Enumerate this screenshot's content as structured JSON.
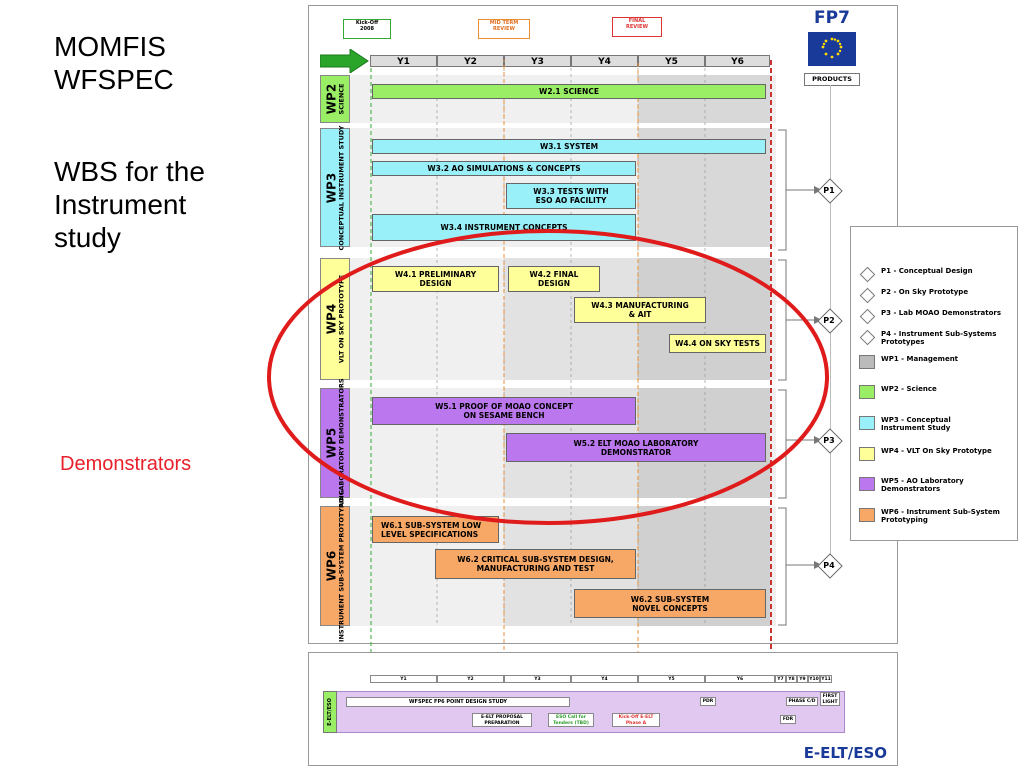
{
  "slide": {
    "title_line1": "MOMFIS",
    "title_line2": "WFSPEC",
    "subtitle_line1": "WBS for the",
    "subtitle_line2": "Instrument",
    "subtitle_line3": "study",
    "callout": "Demonstrators",
    "callout_color": "#e8202a"
  },
  "gantt": {
    "milestones": {
      "kickoff_1": "Kick-Off",
      "kickoff_2": "2008",
      "midterm_1": "MID TERM",
      "midterm_2": "REVIEW",
      "final_1": "FINAL",
      "final_2": "REVIEW"
    },
    "years": [
      "Y1",
      "Y2",
      "Y3",
      "Y4",
      "Y5",
      "Y6"
    ],
    "fp7": "FP7",
    "products_header": "PRODUCTS",
    "work_packages": [
      {
        "id": "WP2",
        "main": "WP2",
        "sub": "SCIENCE",
        "color": "#99ee66"
      },
      {
        "id": "WP3",
        "main": "WP3",
        "sub": "CONCEPTUAL INSTRUMENT STUDY",
        "color": "#99f0f8"
      },
      {
        "id": "WP4",
        "main": "WP4",
        "sub": "VLT ON SKY PROTOTYPE",
        "color": "#ffff99"
      },
      {
        "id": "WP5",
        "main": "WP5",
        "sub": "AO LABORATORY DEMONSTRATORS",
        "color": "#bb77ee"
      },
      {
        "id": "WP6",
        "main": "WP6",
        "sub": "INSTRUMENT SUB-SYSTEM PROTOTYPING",
        "color": "#f8a866"
      }
    ],
    "tasks": {
      "w21": "W2.1 SCIENCE",
      "w31": "W3.1 SYSTEM",
      "w32": "W3.2 AO SIMULATIONS & CONCEPTS",
      "w33a": "W3.3 TESTS WITH",
      "w33b": "ESO AO FACILITY",
      "w34": "W3.4 INSTRUMENT CONCEPTS",
      "w41a": "W4.1 PRELIMINARY",
      "w41b": "DESIGN",
      "w42a": "W4.2 FINAL",
      "w42b": "DESIGN",
      "w43a": "W4.3 MANUFACTURING",
      "w43b": "& AIT",
      "w44": "W4.4 ON SKY TESTS",
      "w51a": "W5.1 PROOF OF MOAO CONCEPT",
      "w51b": "ON SESAME BENCH",
      "w52a": "W5.2 ELT MOAO LABORATORY",
      "w52b": "DEMONSTRATOR",
      "w61a": "W6.1 SUB-SYSTEM LOW",
      "w61b": "LEVEL SPECIFICATIONS",
      "w62a": "W6.2 CRITICAL SUB-SYSTEM DESIGN,",
      "w62b": "MANUFACTURING AND TEST",
      "w63a": "W6.2 SUB-SYSTEM",
      "w63b": "NOVEL CONCEPTS"
    },
    "products": [
      "P1",
      "P2",
      "P3",
      "P4"
    ]
  },
  "legend": {
    "items": [
      {
        "kind": "diamond",
        "badge": "P1",
        "label": "P1 - Conceptual Design"
      },
      {
        "kind": "diamond",
        "badge": "P2",
        "label": "P2 - On Sky Prototype"
      },
      {
        "kind": "diamond",
        "badge": "P3",
        "label": "P3 - Lab MOAO Demonstrators"
      },
      {
        "kind": "diamond",
        "badge": "P4",
        "label": "P4 - Instrument Sub-Systems Prototypes"
      },
      {
        "kind": "swatch",
        "color": "#bbbbbb",
        "label": "WP1 - Management"
      },
      {
        "kind": "swatch",
        "color": "#99ee66",
        "label": "WP2 - Science"
      },
      {
        "kind": "swatch",
        "color": "#99f0f8",
        "label": "WP3 - Conceptual Instrument Study"
      },
      {
        "kind": "swatch",
        "color": "#ffff99",
        "label": "WP4 - VLT On Sky Prototype"
      },
      {
        "kind": "swatch",
        "color": "#bb77ee",
        "label": "WP5 - AO Laboratory Demonstrators"
      },
      {
        "kind": "swatch",
        "color": "#f8a866",
        "label": "WP6 - Instrument Sub-System Prototyping"
      }
    ]
  },
  "eso": {
    "years": [
      "Y1",
      "Y2",
      "Y3",
      "Y4",
      "Y5",
      "Y6",
      "Y7",
      "Y8",
      "Y9",
      "Y10",
      "Y11"
    ],
    "side_label": "E-ELT/ESO",
    "study": "WFSPEC FP6 POINT DESIGN STUDY",
    "proposal": "E-ELT PROPOSAL PREPARATION",
    "call": "ESO Call for Tenders (TBD)",
    "kickoff": "Kick-Off E-ELT Phase A",
    "pdr": "PDR",
    "phase": "PHASE C/D",
    "fdr": "FDR",
    "first_light": "FIRST LIGHT",
    "footer": "E-ELT/ESO"
  }
}
